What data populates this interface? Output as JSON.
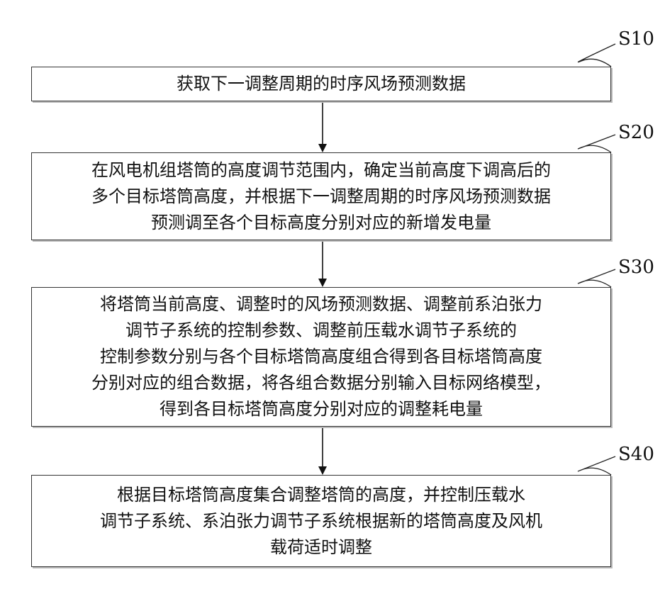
{
  "steps": [
    {
      "id": "S10",
      "lines": [
        "获取下一调整周期的时序风场预测数据"
      ]
    },
    {
      "id": "S20",
      "lines": [
        "在风电机组塔筒的高度调节范围内，确定当前高度下调高后的",
        "多个目标塔筒高度，并根据下一调整周期的时序风场预测数据",
        "预测调至各个目标高度分别对应的新增发电量"
      ]
    },
    {
      "id": "S30",
      "lines": [
        "将塔筒当前高度、调整时的风场预测数据、调整前系泊张力",
        "调节子系统的控制参数、调整前压载水调节子系统的",
        "控制参数分别与各个目标塔筒高度组合得到各目标塔筒高度",
        "分别对应的组合数据，将各组合数据分别输入目标网络模型，",
        "得到各目标塔筒高度分别对应的调整耗电量"
      ]
    },
    {
      "id": "S40",
      "lines": [
        "根据目标塔筒高度集合调整塔筒的高度，并控制压载水",
        "调节子系统、系泊张力调节子系统根据新的塔筒高度及风机",
        "载荷适时调整"
      ]
    }
  ]
}
